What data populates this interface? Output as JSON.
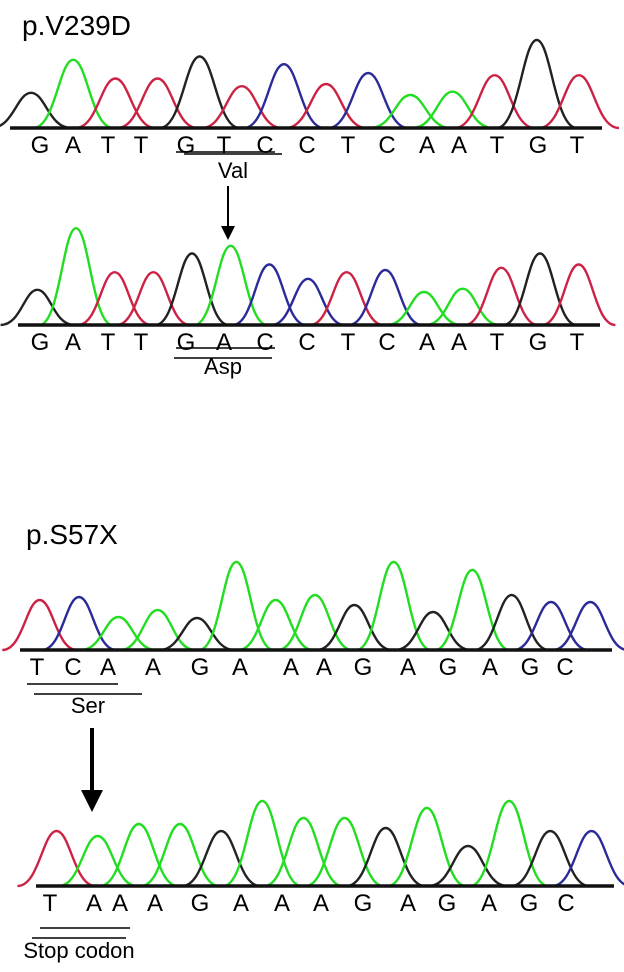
{
  "panels": [
    {
      "title": "p.V239D",
      "tracks": [
        {
          "bases": [
            "G",
            "A",
            "T",
            "T",
            "G",
            "T",
            "C",
            "C",
            "T",
            "C",
            "A",
            "A",
            "T",
            "G",
            "T"
          ],
          "codon_label": "Val",
          "peaks": [
            {
              "b": "G",
              "h": 0.32
            },
            {
              "b": "A",
              "h": 0.62
            },
            {
              "b": "T",
              "h": 0.45
            },
            {
              "b": "T",
              "h": 0.45
            },
            {
              "b": "G",
              "h": 0.65
            },
            {
              "b": "T",
              "h": 0.38
            },
            {
              "b": "C",
              "h": 0.58
            },
            {
              "b": "T",
              "h": 0.4
            },
            {
              "b": "C",
              "h": 0.5
            },
            {
              "b": "A",
              "h": 0.3
            },
            {
              "b": "A",
              "h": 0.33
            },
            {
              "b": "T",
              "h": 0.48
            },
            {
              "b": "G",
              "h": 0.8
            },
            {
              "b": "T",
              "h": 0.48
            }
          ]
        },
        {
          "bases": [
            "G",
            "A",
            "T",
            "T",
            "G",
            "A",
            "C",
            "C",
            "T",
            "C",
            "A",
            "A",
            "T",
            "G",
            "T"
          ],
          "codon_label": "Asp",
          "peaks": [
            {
              "b": "G",
              "h": 0.32
            },
            {
              "b": "A",
              "h": 0.88
            },
            {
              "b": "T",
              "h": 0.48
            },
            {
              "b": "T",
              "h": 0.48
            },
            {
              "b": "G",
              "h": 0.65
            },
            {
              "b": "A",
              "h": 0.72
            },
            {
              "b": "C",
              "h": 0.55
            },
            {
              "b": "C",
              "h": 0.42
            },
            {
              "b": "T",
              "h": 0.48
            },
            {
              "b": "C",
              "h": 0.5
            },
            {
              "b": "A",
              "h": 0.3
            },
            {
              "b": "A",
              "h": 0.33
            },
            {
              "b": "T",
              "h": 0.52
            },
            {
              "b": "G",
              "h": 0.65
            },
            {
              "b": "T",
              "h": 0.55
            }
          ]
        }
      ]
    },
    {
      "title": "p.S57X",
      "tracks": [
        {
          "bases": [
            "T",
            "C",
            "A",
            "A",
            "G",
            "A",
            "A",
            "A",
            "G",
            "A",
            "G",
            "A",
            "G",
            "C"
          ],
          "codon_label": "Ser",
          "peaks": [
            {
              "b": "T",
              "h": 0.5
            },
            {
              "b": "C",
              "h": 0.53
            },
            {
              "b": "A",
              "h": 0.33
            },
            {
              "b": "A",
              "h": 0.4
            },
            {
              "b": "G",
              "h": 0.32
            },
            {
              "b": "A",
              "h": 0.88
            },
            {
              "b": "A",
              "h": 0.5
            },
            {
              "b": "A",
              "h": 0.55
            },
            {
              "b": "G",
              "h": 0.45
            },
            {
              "b": "A",
              "h": 0.88
            },
            {
              "b": "G",
              "h": 0.38
            },
            {
              "b": "A",
              "h": 0.8
            },
            {
              "b": "G",
              "h": 0.55
            },
            {
              "b": "C",
              "h": 0.48
            },
            {
              "b": "C",
              "h": 0.48
            }
          ]
        },
        {
          "bases": [
            "T",
            "A",
            "A",
            "A",
            "G",
            "A",
            "A",
            "A",
            "G",
            "A",
            "G",
            "A",
            "G",
            "C"
          ],
          "codon_label": "Stop codon",
          "peaks": [
            {
              "b": "T",
              "h": 0.55
            },
            {
              "b": "A",
              "h": 0.5
            },
            {
              "b": "A",
              "h": 0.62
            },
            {
              "b": "A",
              "h": 0.62
            },
            {
              "b": "G",
              "h": 0.55
            },
            {
              "b": "A",
              "h": 0.85
            },
            {
              "b": "A",
              "h": 0.68
            },
            {
              "b": "A",
              "h": 0.68
            },
            {
              "b": "G",
              "h": 0.58
            },
            {
              "b": "A",
              "h": 0.78
            },
            {
              "b": "G",
              "h": 0.4
            },
            {
              "b": "A",
              "h": 0.85
            },
            {
              "b": "G",
              "h": 0.55
            },
            {
              "b": "C",
              "h": 0.55
            }
          ]
        }
      ]
    }
  ],
  "colors": {
    "A": "#22dd22",
    "T": "#cc2244",
    "G": "#222222",
    "C": "#2a2a99",
    "baseline": "#111111"
  }
}
